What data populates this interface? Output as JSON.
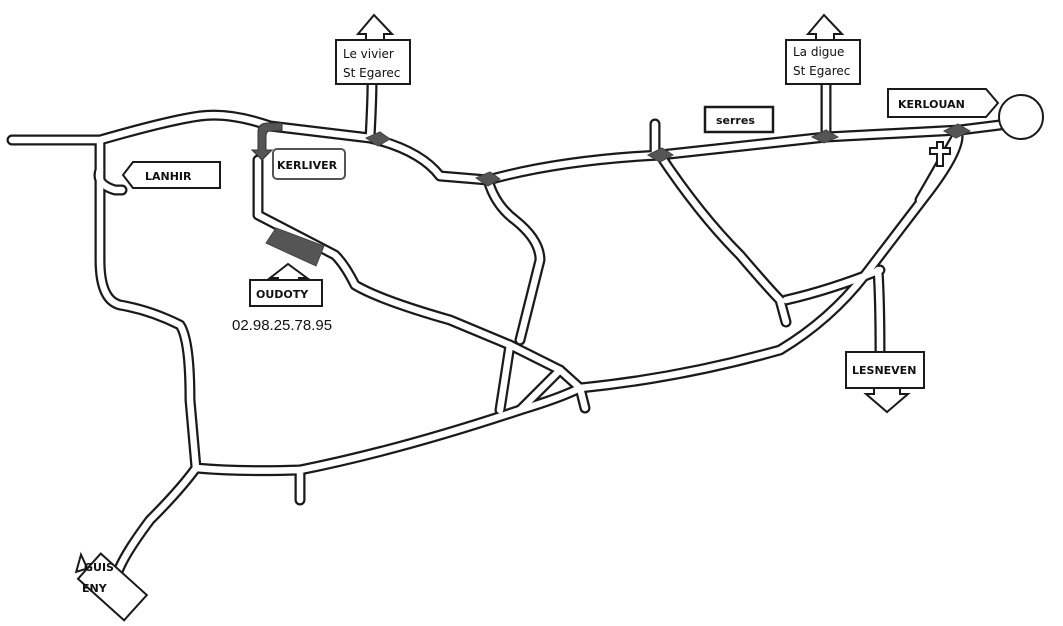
{
  "places": {
    "le_vivier": {
      "line1": "Le vivier",
      "line2": "St Egarec"
    },
    "la_digue": {
      "line1": "La digue",
      "line2": "St Egarec"
    },
    "kerlouan": "KERLOUAN",
    "lanhir": "LANHIR",
    "kerliver": "KERLIVER",
    "serres": "serres",
    "oudoty": "OUDOTY",
    "lesneven": "LESNEVEN",
    "guissény": {
      "line1": "GUIS",
      "line2": "ENY"
    }
  },
  "phone": "02.98.25.78.95",
  "colors": {
    "road_edge": "#1a1a1a",
    "road_fill": "#ffffff",
    "junction": "#555555"
  },
  "icons": {
    "church": "cross-icon",
    "roundabout": "circle"
  }
}
